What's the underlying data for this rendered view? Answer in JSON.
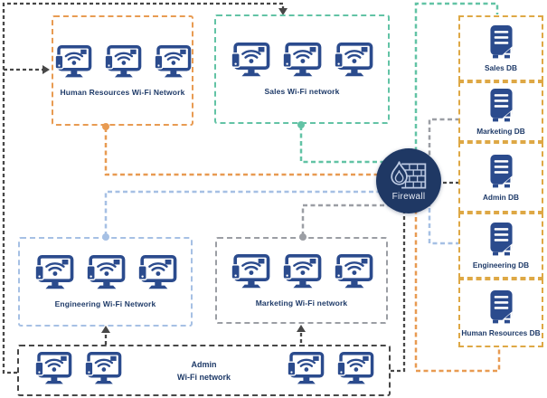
{
  "colors": {
    "navy": "#2B4B8D",
    "text": "#1E3A68",
    "hr": "#E89B52",
    "sales": "#62C3A5",
    "engineering": "#A6C0E4",
    "marketing": "#9B9EA4",
    "admin": "#474747",
    "db": "#DEA845",
    "firewall_bg": "#1F3864",
    "firewall_icon": "#BCC9E2",
    "firewall_text": "#E9EDF6"
  },
  "networks": {
    "hr": {
      "label": "Human Resources Wi-Fi Network"
    },
    "sales": {
      "label": "Sales Wi-Fi network"
    },
    "engineering": {
      "label": "Engineering Wi-Fi Network"
    },
    "marketing": {
      "label": "Marketing Wi-Fi network"
    },
    "admin": {
      "label_line1": "Admin",
      "label_line2": "Wi-Fi network"
    }
  },
  "firewall": {
    "label": "Firewall"
  },
  "databases": [
    {
      "label": "Sales DB"
    },
    {
      "label": "Marketing DB"
    },
    {
      "label": "Admin DB"
    },
    {
      "label": "Engineering DB"
    },
    {
      "label": "Human Resources DB"
    }
  ]
}
